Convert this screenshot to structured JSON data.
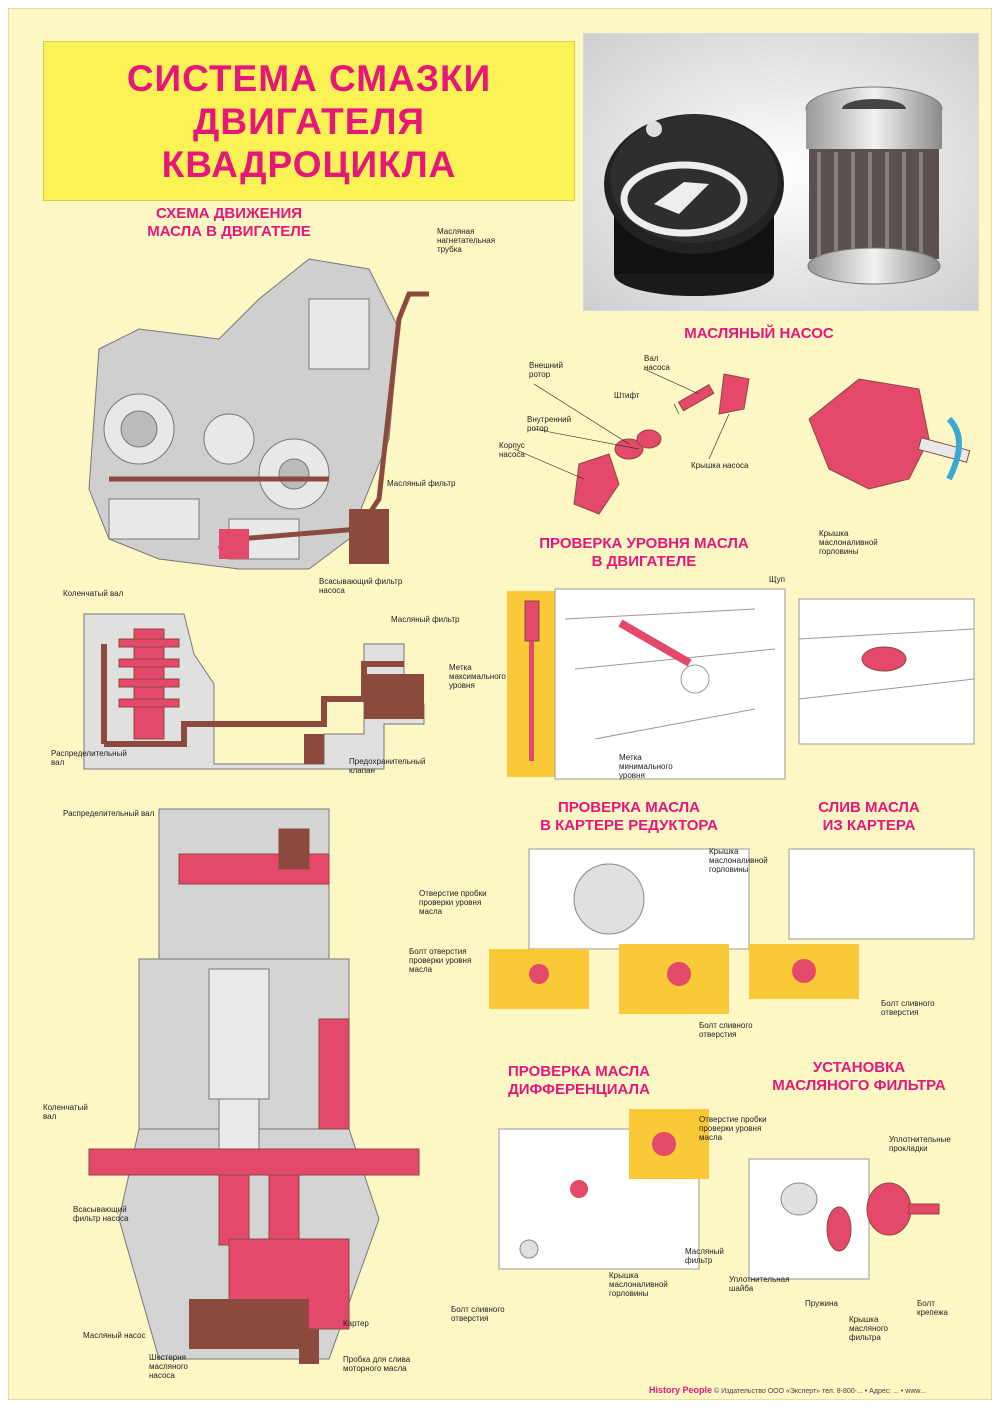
{
  "title": [
    "СИСТЕМА СМАЗКИ",
    "ДВИГАТЕЛЯ",
    "КВАДРОЦИКЛА"
  ],
  "sections": {
    "scheme": {
      "heading": [
        "СХЕМА ДВИЖЕНИЯ",
        "МАСЛА В ДВИГАТЕЛЕ"
      ]
    },
    "pump": {
      "heading": [
        "МАСЛЯНЫЙ НАСОС"
      ]
    },
    "level": {
      "heading": [
        "ПРОВЕРКА УРОВНЯ МАСЛА",
        "В ДВИГАТЕЛЕ"
      ]
    },
    "gearbox": {
      "heading": [
        "ПРОВЕРКА МАСЛА",
        "В КАРТЕРЕ РЕДУКТОРА"
      ]
    },
    "drain": {
      "heading": [
        "СЛИВ МАСЛА",
        "ИЗ КАРТЕРА"
      ]
    },
    "diff": {
      "heading": [
        "ПРОВЕРКА МАСЛА",
        "ДИФФЕРЕНЦИАЛА"
      ]
    },
    "filter": {
      "heading": [
        "УСТАНОВКА",
        "МАСЛЯНОГО ФИЛЬТРА"
      ]
    }
  },
  "labels": {
    "oil_tube": "Масляная нагнетательная трубка",
    "oil_filter_1": "Масляный фильтр",
    "suction_filter_1": "Всасывающий фильтр насоса",
    "camshaft_1": "Коленчатый вал",
    "oil_filter_2": "Масляный фильтр",
    "distributor_shaft_1": "Распределительный вал",
    "safety_valve": "Предохранительный клапан",
    "distributor_shaft_2": "Распределительный вал",
    "crankshaft": "Коленчатый вал",
    "suction_filter_2": "Всасывающий фильтр насоса",
    "oil_pump": "Масляный насос",
    "pump_gear": "Шестерня масляного насоса",
    "crankcase": "Картер",
    "drain_plug": "Пробка для слива моторного масла",
    "outer_rotor": "Внешний ротор",
    "pump_shaft": "Вал насоса",
    "pin": "Штифт",
    "inner_rotor": "Внутренний ротор",
    "pump_body": "Корпус насоса",
    "pump_cover": "Крышка насоса",
    "dipstick": "Щуп",
    "max_mark": "Метка максимального уровня",
    "min_mark": "Метка минимального уровня",
    "filler_cap": "Крышка маслоналивной горловины",
    "level_hole": "Отверстие пробки проверки уровня масла",
    "level_bolt": "Болт отверстия проверки уровня масла",
    "gear_filler_cap": "Крышка маслоналивной горловины",
    "gear_drain_hole": "Болт сливного отверстия",
    "drain_bolt": "Болт сливного отверстия",
    "diff_level_hole": "Отверстие пробки проверки уровня масла",
    "diff_filler_cap": "Крышка маслоналивной горловины",
    "diff_drain_bolt": "Болт сливного отверстия",
    "filter_seals": "Уплотнительные прокладки",
    "filter_oil": "Масляный фильтр",
    "filter_washer": "Уплотнительная шайба",
    "filter_spring": "Пружина",
    "filter_cover": "Крышка масляного фильтра",
    "filter_bolt": "Болт крепежа"
  },
  "footer": {
    "brand": "History People",
    "text": "© Издательство ООО «Эксперт» тел. 8-800-... • Адрес: ... • www..."
  },
  "colors": {
    "accent": "#e6177a",
    "title_bg": "#fbf255",
    "poster_bg": "#fdf7c6",
    "oil_red": "#e4486a",
    "oil_brown": "#8c4a3e"
  }
}
